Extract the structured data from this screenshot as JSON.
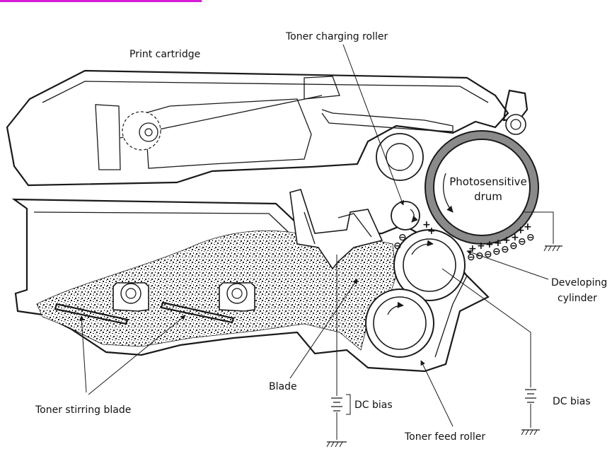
{
  "colors": {
    "link_accent": "#d81bd8",
    "line": "#1a1a1a",
    "drum_ring": "#8a8a8a",
    "toner": "#222222"
  },
  "labels": {
    "print_cartridge": "Print cartridge",
    "toner_charging_roller": "Toner charging roller",
    "photosensitive_drum_line1": "Photosensitive",
    "photosensitive_drum_line2": "drum",
    "developing_cylinder_line1": "Developing",
    "developing_cylinder_line2": "cylinder",
    "blade": "Blade",
    "dc_bias_left": "DC bias",
    "dc_bias_right": "DC bias",
    "toner_stirring_blade": "Toner stirring blade",
    "toner_feed_roller": "Toner feed roller"
  }
}
